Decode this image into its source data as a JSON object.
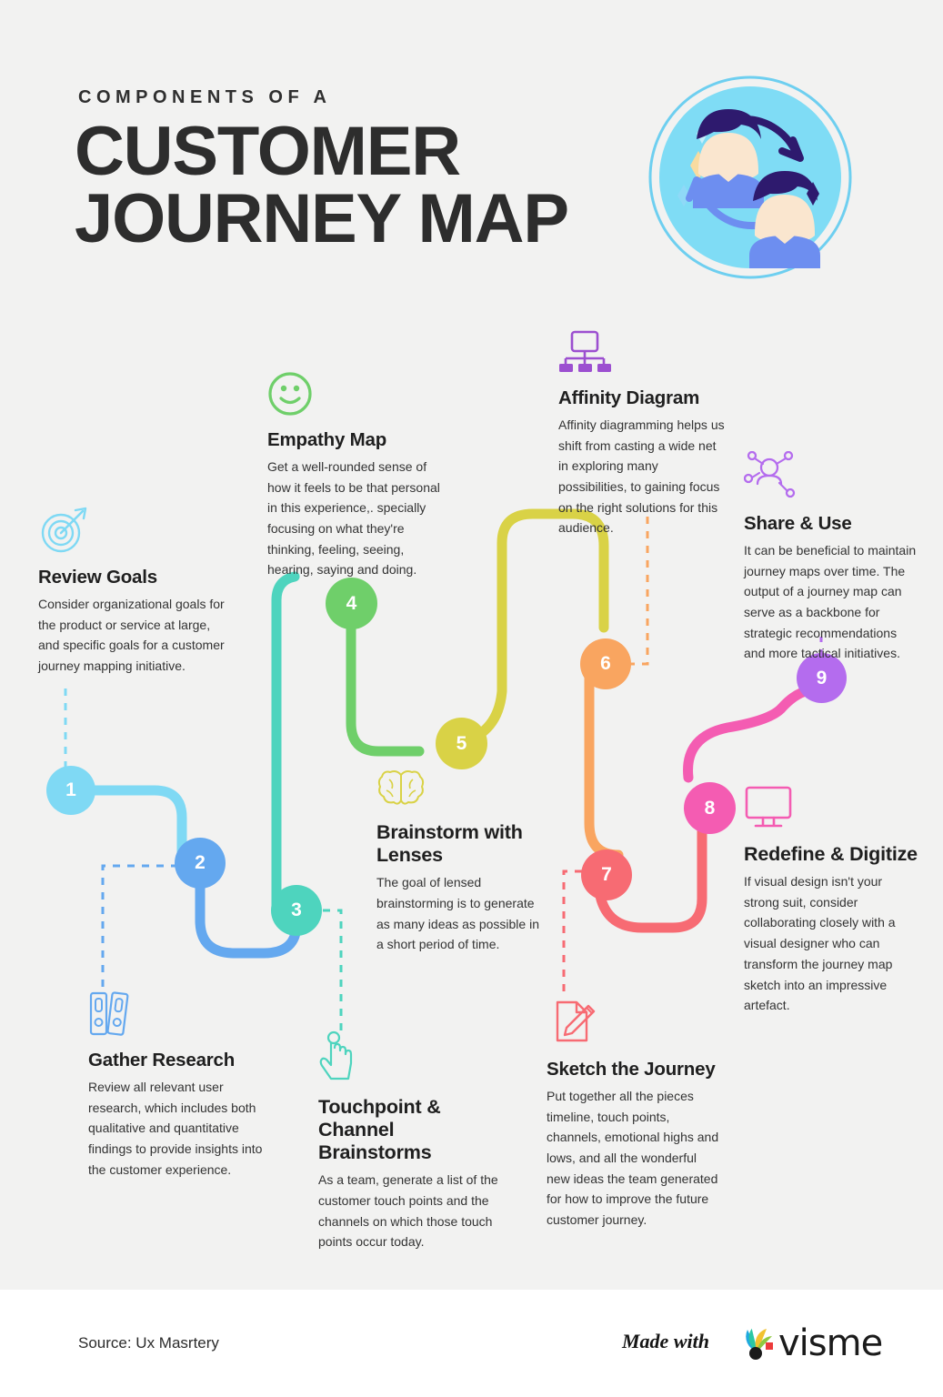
{
  "header": {
    "kicker": "COMPONENTS OF A",
    "title_line1": "CUSTOMER",
    "title_line2": "JOURNEY MAP",
    "art_icon": "two-people-cycle-icon"
  },
  "colors": {
    "background": "#f2f2f1",
    "step1": "#7fd9f4",
    "step2": "#64a8ef",
    "step3": "#4ed4be",
    "step4": "#6fcf6a",
    "step5": "#d9d246",
    "step6": "#f9a560",
    "step7": "#f76b73",
    "step8": "#f45cb2",
    "step9": "#b46cee",
    "title_text": "#2d2d2d",
    "body_text": "#333333"
  },
  "steps": [
    {
      "number": "1",
      "title": "Review Goals",
      "body": "Consider organizational goals for the product or service at large, and specific goals for a customer journey mapping initiative.",
      "icon": "target-dartboard-icon",
      "color": "#7fd9f4"
    },
    {
      "number": "2",
      "title": "Gather Research",
      "body": "Review all relevant user research, which includes both qualitative and quantitative findings to provide insights into the customer experience.",
      "icon": "binders-folders-icon",
      "color": "#64a8ef"
    },
    {
      "number": "3",
      "title": "Touchpoint & Channel Brainstorms",
      "body": "As a team, generate a list of the customer touch points and the channels on which those touch points occur today.",
      "icon": "tapping-hand-icon",
      "color": "#4ed4be"
    },
    {
      "number": "4",
      "title": "Empathy Map",
      "body": "Get a well-rounded sense of how it feels to be that personal in this experience,. specially focusing on what they're thinking, feeling, seeing, hearing, saying and doing.",
      "icon": "smiley-face-icon",
      "color": "#6fcf6a"
    },
    {
      "number": "5",
      "title": "Brainstorm with Lenses",
      "body": "The goal of lensed brainstorming is  to generate as many ideas as possible in a short period of time.",
      "icon": "brain-icon",
      "color": "#d9d246"
    },
    {
      "number": "6",
      "title": "Affinity Diagram",
      "body": "Affinity diagramming helps us shift from casting a wide net in exploring many possibilities, to gaining focus on the right solutions for this audience.",
      "icon": "org-chart-hierarchy-icon",
      "color": "#f9a560"
    },
    {
      "number": "7",
      "title": "Sketch the Journey",
      "body": "Put together all the pieces timeline, touch points, channels, emotional highs and lows, and all the wonderful new ideas the team generated for how to improve the future customer journey.",
      "icon": "paper-pencil-icon",
      "color": "#f76b73"
    },
    {
      "number": "8",
      "title": "Redefine & Digitize",
      "body": "If visual design isn't your strong suit, consider collaborating closely with a visual designer who can transform the journey map sketch into an impressive artefact.",
      "icon": "desktop-monitor-icon",
      "color": "#f45cb2"
    },
    {
      "number": "9",
      "title": "Share & Use",
      "body": "It can be beneficial to maintain journey maps over time. The output of a journey map can serve as a backbone for strategic recommendations and more tactical initiatives.",
      "icon": "share-network-person-icon",
      "color": "#b46cee"
    }
  ],
  "footer": {
    "source": "Source: Ux Masrtery",
    "made_with": "Made with",
    "brand": "visme",
    "logo_icon": "visme-fan-logo-icon"
  }
}
